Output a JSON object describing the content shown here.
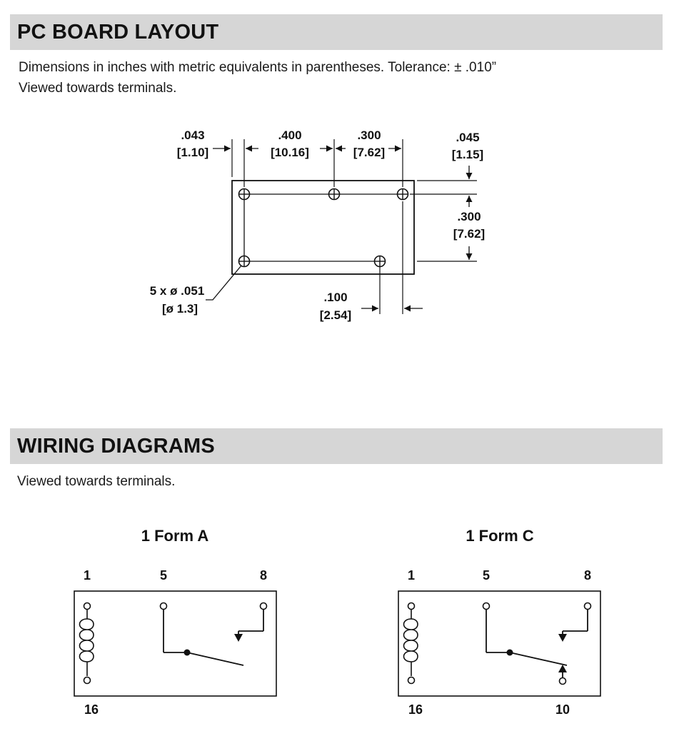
{
  "pc_board": {
    "title": "PC BOARD LAYOUT",
    "note_line1": "Dimensions in inches with metric equivalents in parentheses. Tolerance: ± .010”",
    "note_line2": "Viewed towards terminals.",
    "dims": {
      "d043_in": ".043",
      "d043_mm": "[1.10]",
      "d400_in": ".400",
      "d400_mm": "[10.16]",
      "d300_in": ".300",
      "d300_mm": "[7.62]",
      "d045_in": ".045",
      "d045_mm": "[1.15]",
      "d300v_in": ".300",
      "d300v_mm": "[7.62]",
      "hole_line1": "5 x ø .051",
      "hole_line2": "[ø 1.3]",
      "d100_in": ".100",
      "d100_mm": "[2.54]"
    }
  },
  "wiring": {
    "title": "WIRING DIAGRAMS",
    "note": "Viewed towards terminals.",
    "form_a": {
      "label": "1 Form A",
      "pins_top": [
        "1",
        "5",
        "8"
      ],
      "pins_bottom": [
        "16"
      ]
    },
    "form_c": {
      "label": "1 Form C",
      "pins_top": [
        "1",
        "5",
        "8"
      ],
      "pins_bottom": [
        "16",
        "10"
      ]
    }
  }
}
